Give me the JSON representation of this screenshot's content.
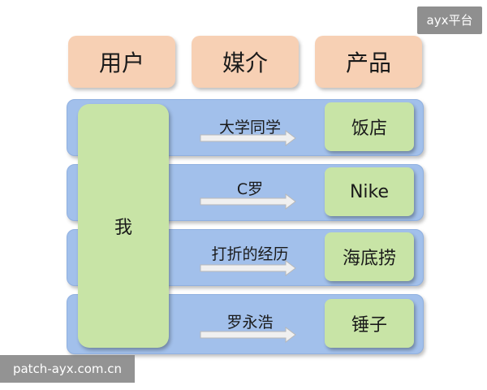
{
  "watermarks": {
    "top_right": "ayx平台",
    "bottom_left": "patch-ayx.com.cn"
  },
  "headers": {
    "user": "用户",
    "media": "媒介",
    "product": "产品"
  },
  "user_label": "我",
  "rows": [
    {
      "media": "大学同学",
      "product": "饭店"
    },
    {
      "media": "C罗",
      "product": "Nike"
    },
    {
      "media": "打折的经历",
      "product": "海底捞"
    },
    {
      "media": "罗永浩",
      "product": "锤子"
    }
  ],
  "colors": {
    "header_fill": "#f7d0b4",
    "band_fill": "#a2c0eb",
    "box_fill": "#c8e4a6",
    "arrow_fill": "#f0f0f0"
  }
}
